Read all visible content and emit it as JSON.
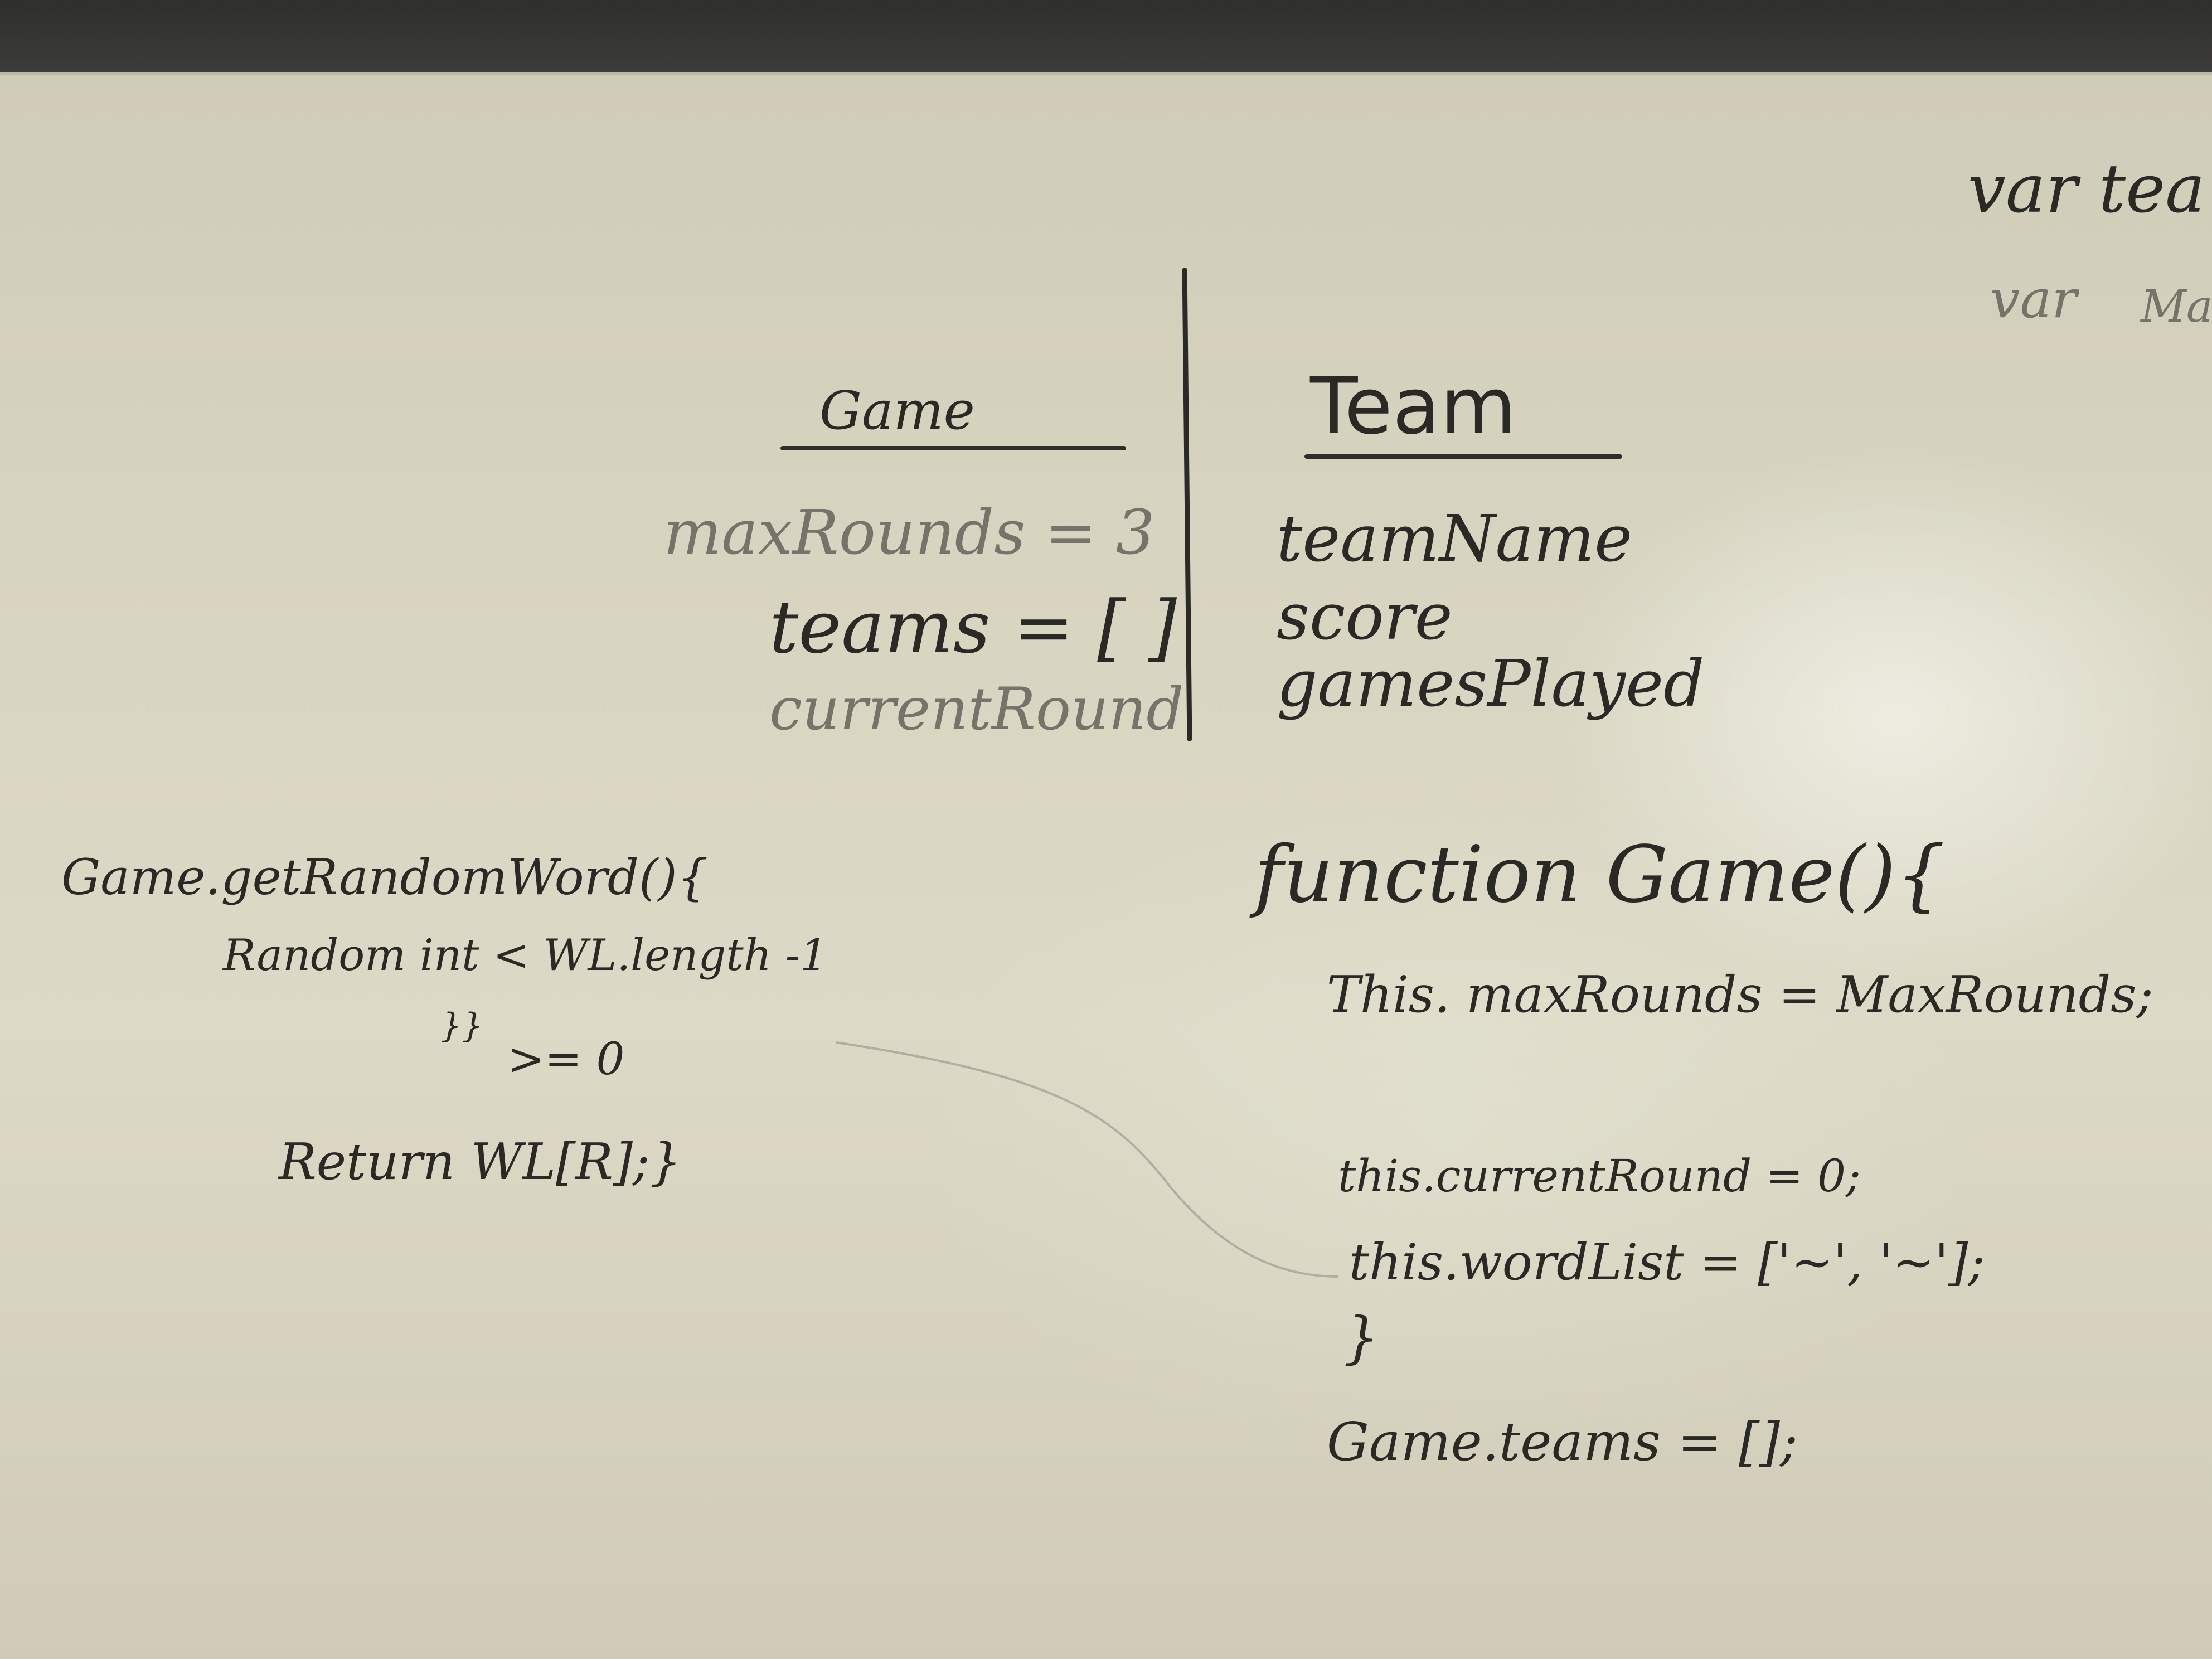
{
  "board": {
    "game_box": {
      "title": "Game",
      "lines": [
        "maxRounds = 3",
        "teams = [ ]",
        "currentRound"
      ]
    },
    "team_box": {
      "title": "Team",
      "lines": [
        "teamName",
        "score",
        "gamesPlayed"
      ]
    },
    "left_code": {
      "lines": [
        "Game.getRandomWord(){",
        "Random int < WL.length -1",
        "}}",
        ">= 0",
        "Return WL[R];}"
      ]
    },
    "right_code": {
      "lines": [
        "function Game(){",
        "This. maxRounds = MaxRounds;",
        "this.currentRound = 0;",
        "this.wordList = ['~', '~'];",
        "}",
        "Game.teams = [];"
      ]
    },
    "corner_text": {
      "line1": "var tea",
      "line2_var": "var",
      "line2_rest": "Max"
    }
  },
  "colors": {
    "ink": "#2a2925",
    "board": "#d7d4c0"
  }
}
